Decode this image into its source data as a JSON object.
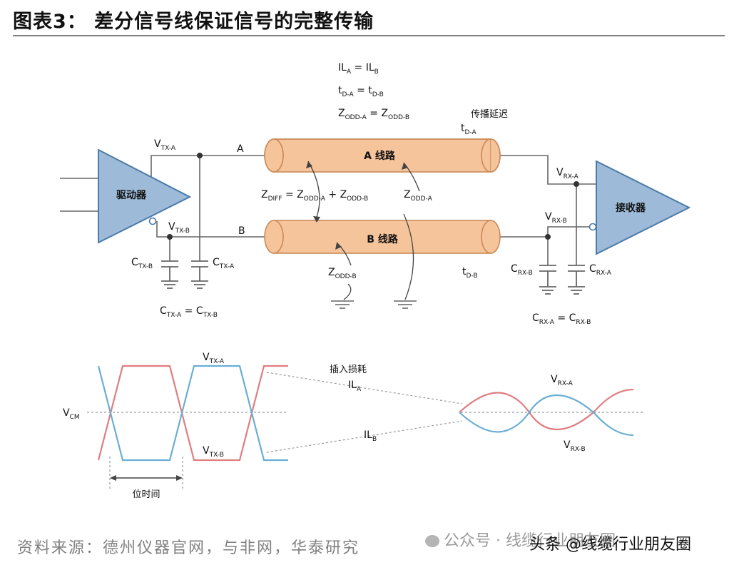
{
  "figure": {
    "title": "图表3：  差分信号线保证信号的完整传输",
    "source": "资料来源：德州仪器官网，与非网，华泰研究",
    "watermark_wechat": "公众号 · 线缆行业朋友圈",
    "watermark_toutiao": "头条 @线缆行业朋友圈"
  },
  "colors": {
    "triangle_fill": "#9dbbd9",
    "triangle_stroke": "#4a7aa9",
    "cable_fill": "#f6c49b",
    "cable_stroke": "#c98a57",
    "wave_red": "#e07d80",
    "wave_blue": "#6aaed4"
  },
  "top": {
    "eq_il": [
      "IL",
      "A",
      " = IL",
      "B"
    ],
    "eq_td": [
      "t",
      "D-A",
      " = t",
      "D-B"
    ],
    "eq_zodd": [
      "Z",
      "ODD-A",
      " = Z",
      "ODD-B"
    ],
    "prop_delay": "传播延迟",
    "td_a": [
      "t",
      "D-A"
    ],
    "td_b": [
      "t",
      "D-B"
    ],
    "driver": "驱动器",
    "receiver": "接收器",
    "vtx_a": [
      "V",
      "TX-A"
    ],
    "vtx_b": [
      "V",
      "TX-B"
    ],
    "vrx_a": [
      "V",
      "RX-A"
    ],
    "vrx_b": [
      "V",
      "RX-B"
    ],
    "node_a": "A",
    "node_b": "B",
    "line_a": "A 线路",
    "line_b": "B 线路",
    "zdiff": [
      "Z",
      "DIFF",
      " = Z",
      "ODD-A",
      " + Z",
      "ODD-B"
    ],
    "zodd_a": [
      "Z",
      "ODD-A"
    ],
    "zodd_b": [
      "Z",
      "ODD-B"
    ],
    "ctx_b": [
      "C",
      "TX-B"
    ],
    "ctx_a": [
      "C",
      "TX-A"
    ],
    "ctx_eq": [
      "C",
      "TX-A",
      " = C",
      "TX-B"
    ],
    "crx_b": [
      "C",
      "RX-B"
    ],
    "crx_a": [
      "C",
      "RX-A"
    ],
    "crx_eq": [
      "C",
      "RX-A",
      " = C",
      "RX-B"
    ]
  },
  "bottom": {
    "vcm": [
      "V",
      "CM"
    ],
    "vtx_a": [
      "V",
      "TX-A"
    ],
    "vtx_b": [
      "V",
      "TX-B"
    ],
    "insertion_loss": "插入损耗",
    "il_a": [
      "IL",
      "A"
    ],
    "il_b": [
      "IL",
      "B"
    ],
    "vrx_a": [
      "V",
      "RX-A"
    ],
    "vrx_b": [
      "V",
      "RX-B"
    ],
    "bit_time": "位时间"
  }
}
